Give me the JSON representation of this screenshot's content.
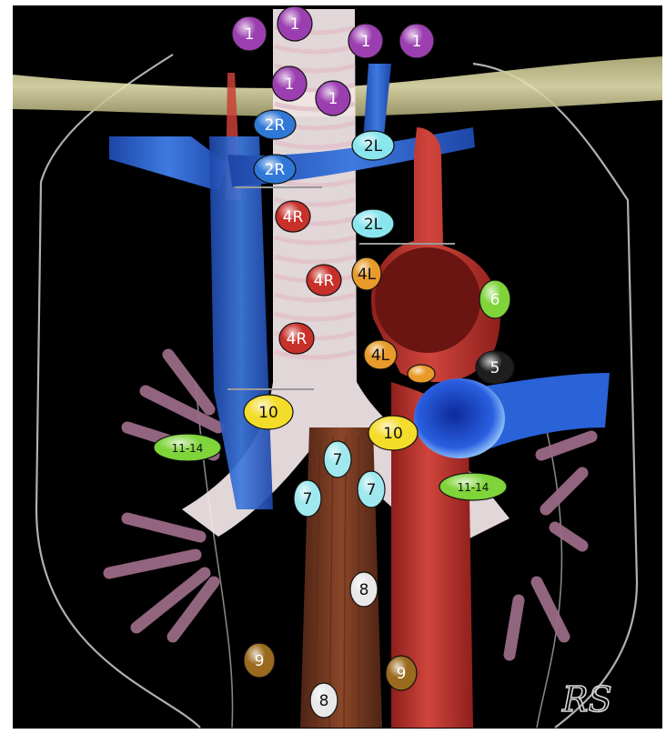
{
  "diagram": {
    "signature": "RS",
    "palette": {
      "background": "#000000",
      "station_1": "#9b3fb0",
      "station_2R": "#2f78d8",
      "station_2L": "#8ae6ee",
      "station_4R": "#c8302a",
      "station_4L": "#e89a2a",
      "station_5": "#1e1e1e",
      "station_6": "#7fd43a",
      "station_7": "#9fe8ee",
      "station_8": "#e8e8e8",
      "station_9": "#9a6a1e",
      "station_10": "#f4dc2a",
      "station_11_14": "#7fd43a",
      "vein": "#2f62c8",
      "artery": "#b8322e",
      "esophagus": "#7a3a22",
      "clavicle": "#d8d49a",
      "airway": "#f4e8ea",
      "bronchial_branches": "#9a6a86"
    }
  },
  "stations": [
    {
      "label": "1",
      "group": "station_1"
    },
    {
      "label": "1",
      "group": "station_1"
    },
    {
      "label": "1",
      "group": "station_1"
    },
    {
      "label": "1",
      "group": "station_1"
    },
    {
      "label": "1",
      "group": "station_1"
    },
    {
      "label": "1",
      "group": "station_1"
    },
    {
      "label": "2R",
      "group": "station_2R"
    },
    {
      "label": "2R",
      "group": "station_2R"
    },
    {
      "label": "2L",
      "group": "station_2L"
    },
    {
      "label": "2L",
      "group": "station_2L"
    },
    {
      "label": "4R",
      "group": "station_4R"
    },
    {
      "label": "4R",
      "group": "station_4R"
    },
    {
      "label": "4R",
      "group": "station_4R"
    },
    {
      "label": "4L",
      "group": "station_4L"
    },
    {
      "label": "4L",
      "group": "station_4L"
    },
    {
      "label": "",
      "group": "station_4L"
    },
    {
      "label": "6",
      "group": "station_6"
    },
    {
      "label": "5",
      "group": "station_5"
    },
    {
      "label": "10",
      "group": "station_10"
    },
    {
      "label": "10",
      "group": "station_10"
    },
    {
      "label": "11-14",
      "group": "station_11_14"
    },
    {
      "label": "11-14",
      "group": "station_11_14"
    },
    {
      "label": "7",
      "group": "station_7"
    },
    {
      "label": "7",
      "group": "station_7"
    },
    {
      "label": "7",
      "group": "station_7"
    },
    {
      "label": "8",
      "group": "station_8"
    },
    {
      "label": "8",
      "group": "station_8"
    },
    {
      "label": "9",
      "group": "station_9"
    },
    {
      "label": "9",
      "group": "station_9"
    }
  ]
}
